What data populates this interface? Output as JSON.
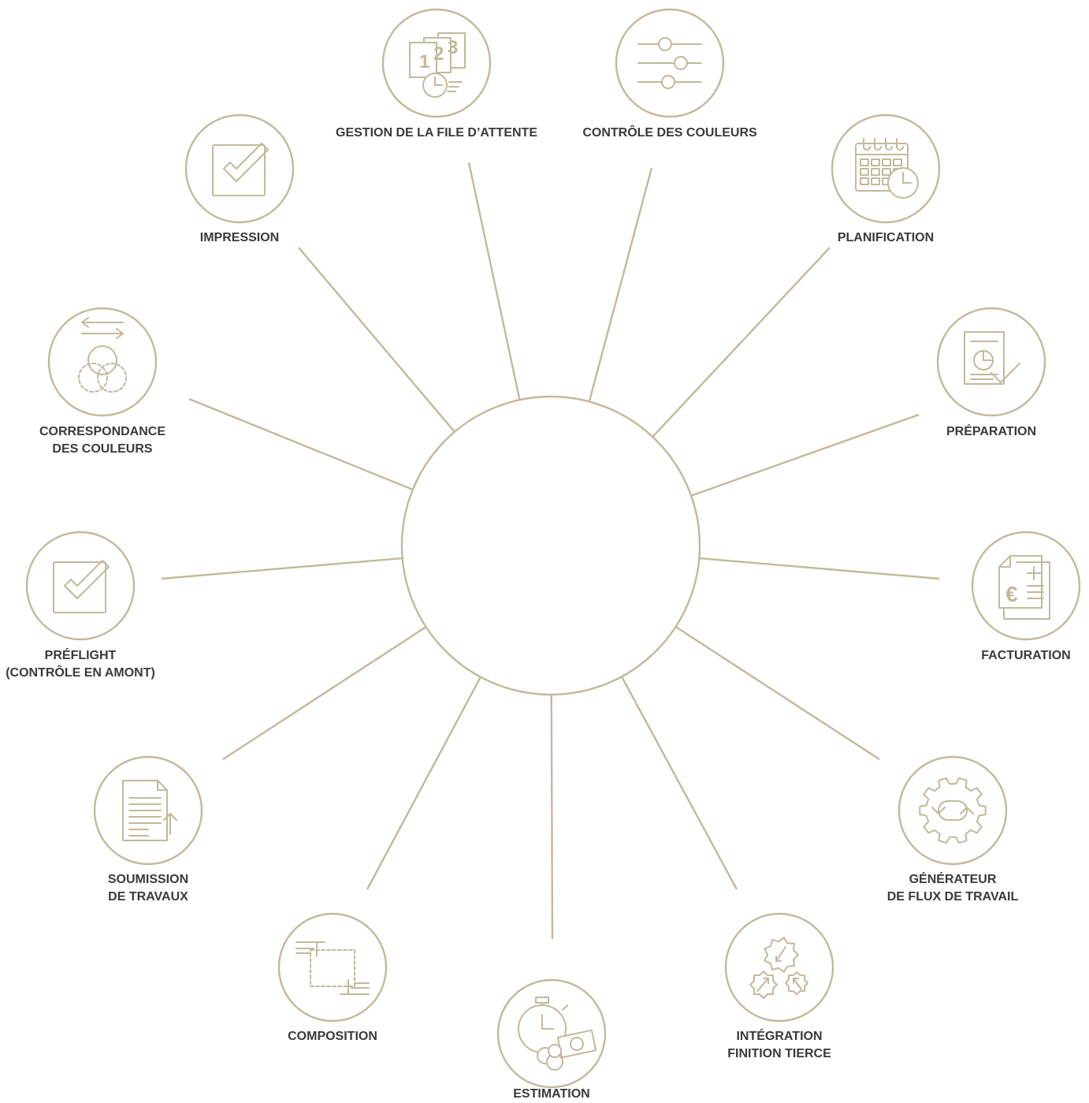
{
  "colors": {
    "accent": "#c3b89a",
    "label_text": "#3a3a3a",
    "background": "#ffffff"
  },
  "hub": {
    "name": "central-hub"
  },
  "nodes": [
    {
      "id": "gestion-file-attente",
      "icon": "queue-numbers-clock-icon",
      "lines": [
        "GESTION DE LA FILE D’ATTENTE"
      ]
    },
    {
      "id": "controle-couleurs",
      "icon": "sliders-icon",
      "lines": [
        "CONTRÔLE DES COULEURS"
      ]
    },
    {
      "id": "planification",
      "icon": "calendar-clock-icon",
      "lines": [
        "PLANIFICATION"
      ]
    },
    {
      "id": "preparation",
      "icon": "report-pie-check-icon",
      "lines": [
        "PRÉPARATION"
      ]
    },
    {
      "id": "facturation",
      "icon": "invoice-euro-icon",
      "lines": [
        "FACTURATION"
      ]
    },
    {
      "id": "generateur-flux",
      "icon": "gear-cycle-icon",
      "lines": [
        "GÉNÉRATEUR",
        "DE FLUX DE TRAVAIL"
      ]
    },
    {
      "id": "integration-finition",
      "icon": "gears-arrows-icon",
      "lines": [
        "INTÉGRATION",
        "FINITION TIERCE"
      ]
    },
    {
      "id": "estimation",
      "icon": "stopwatch-money-icon",
      "lines": [
        "ESTIMATION"
      ]
    },
    {
      "id": "composition",
      "icon": "hands-frame-icon",
      "lines": [
        "COMPOSITION"
      ]
    },
    {
      "id": "soumission-travaux",
      "icon": "document-upload-icon",
      "lines": [
        "SOUMISSION",
        "DE TRAVAUX"
      ]
    },
    {
      "id": "preflight",
      "icon": "checkbox-icon",
      "lines": [
        "PRÉFLIGHT",
        "(CONTRÔLE EN AMONT)"
      ]
    },
    {
      "id": "correspondance-couleurs",
      "icon": "color-circles-arrows-icon",
      "lines": [
        "CORRESPONDANCE",
        "DES COULEURS"
      ]
    },
    {
      "id": "impression",
      "icon": "checkbox-icon",
      "lines": [
        "IMPRESSION"
      ]
    }
  ]
}
